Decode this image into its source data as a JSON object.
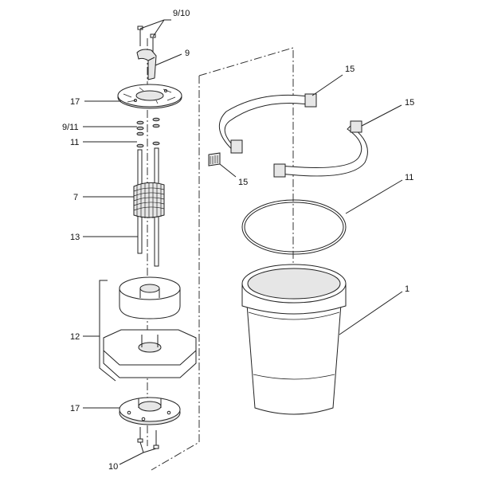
{
  "labels": {
    "l_9_10": "9/10",
    "l_9": "9",
    "l_17_top": "17",
    "l_9_11": "9/11",
    "l_11_left": "11",
    "l_7": "7",
    "l_13": "13",
    "l_12": "12",
    "l_17_bottom": "17",
    "l_10": "10",
    "l_15_top": "15",
    "l_15_right": "15",
    "l_15_clip": "15",
    "l_11_ring": "11",
    "l_1": "1"
  }
}
